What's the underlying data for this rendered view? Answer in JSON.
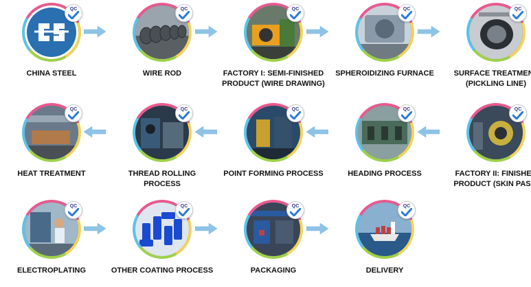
{
  "qc_badge": "QC",
  "steps": [
    {
      "label": "CHINA STEEL",
      "icon": "csc-logo-icon",
      "colors": [
        "#2a6fb0",
        "#3a8ed8"
      ]
    },
    {
      "label": "WIRE ROD",
      "icon": "wire-rod-coils-icon",
      "colors": [
        "#4a4f55",
        "#8a8f96"
      ]
    },
    {
      "label": "FACTORY I: SEMI-FINISHED PRODUCT (WIRE DRAWING)",
      "icon": "wire-drawing-machine-icon",
      "colors": [
        "#e8a020",
        "#4a7a3a"
      ]
    },
    {
      "label": "SPHEROIDIZING FURNACE",
      "icon": "furnace-icon",
      "colors": [
        "#8a9aa8",
        "#c9d2da"
      ]
    },
    {
      "label": "SURFACE TREATMENT (PICKLING LINE)",
      "icon": "pickling-coil-icon",
      "colors": [
        "#2b2f33",
        "#7a8088"
      ]
    },
    {
      "label": "HEAT TREATMENT",
      "icon": "heat-treatment-plant-icon",
      "colors": [
        "#6a7a8a",
        "#b07a4a"
      ]
    },
    {
      "label": "THREAD ROLLING PROCESS",
      "icon": "thread-rolling-machine-icon",
      "colors": [
        "#3a5a7a",
        "#2a3a4a"
      ]
    },
    {
      "label": "POINT FORMING PROCESS",
      "icon": "point-forming-machine-icon",
      "colors": [
        "#2a4a6a",
        "#c8a030"
      ]
    },
    {
      "label": "HEADING PROCESS",
      "icon": "heading-machine-icon",
      "colors": [
        "#4a6a5a",
        "#8aa0a0"
      ]
    },
    {
      "label": "FACTORY II: FINISHED PRODUCT (SKIN PASS)",
      "icon": "skin-pass-machine-icon",
      "colors": [
        "#3a4a5a",
        "#c8b040"
      ]
    },
    {
      "label": "ELECTROPLATING",
      "icon": "electroplating-worker-icon",
      "colors": [
        "#4a6a8a",
        "#a0b8c8"
      ]
    },
    {
      "label": "OTHER COATING PROCESS",
      "icon": "blue-coated-bolts-icon",
      "colors": [
        "#1a4ad0",
        "#dfe6f0"
      ]
    },
    {
      "label": "PACKAGING",
      "icon": "packaging-warehouse-icon",
      "colors": [
        "#2a5aa0",
        "#c04040"
      ]
    },
    {
      "label": "DELIVERY",
      "icon": "cargo-ship-icon",
      "colors": [
        "#2a5a8a",
        "#8ab0d0"
      ]
    }
  ]
}
